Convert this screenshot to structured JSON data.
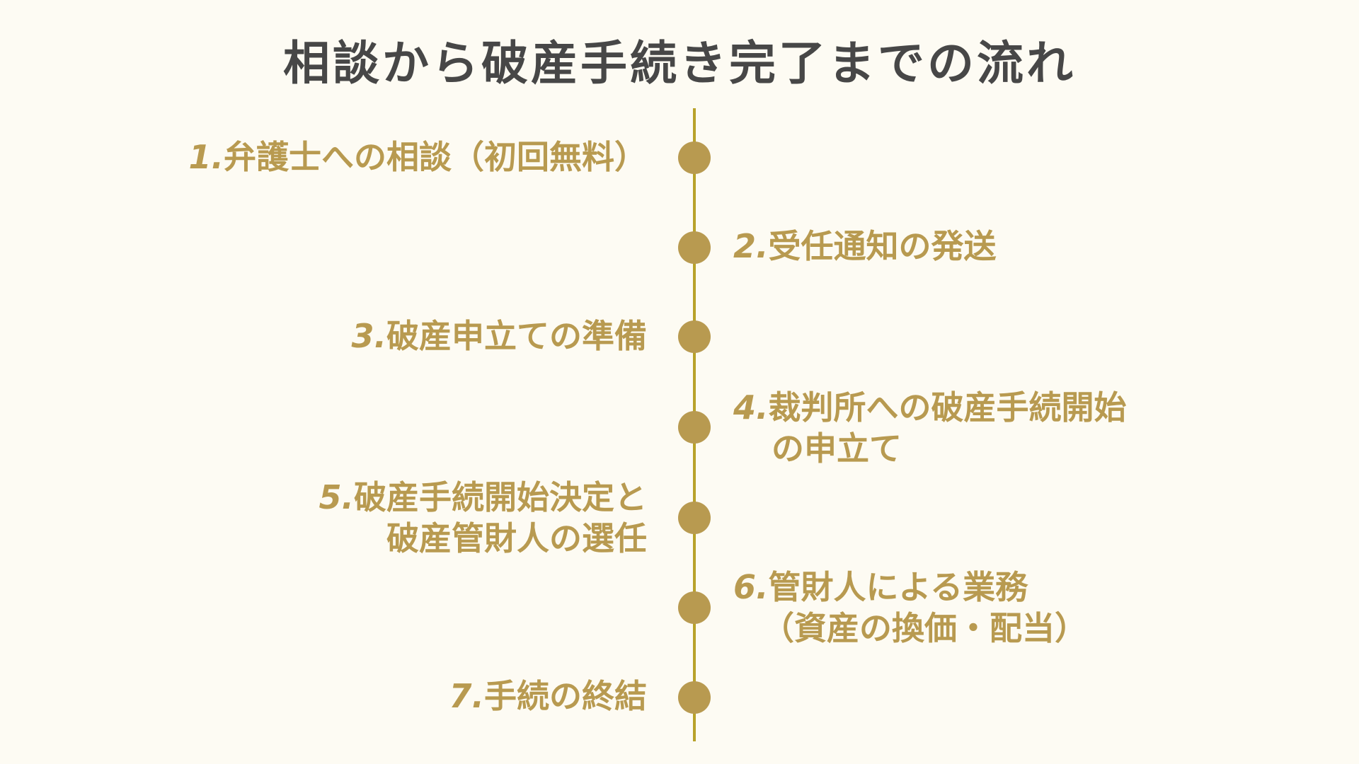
{
  "title": "相談から破産手続き完了までの流れ",
  "colors": {
    "background": "#fdfbf3",
    "title": "#474747",
    "accent": "#b89a50",
    "line": "#b8a22a"
  },
  "steps": [
    {
      "num": "1.",
      "line1": "弁護士への相談（初回無料）",
      "line2": ""
    },
    {
      "num": "2.",
      "line1": "受任通知の発送",
      "line2": ""
    },
    {
      "num": "3.",
      "line1": "破産申立ての準備",
      "line2": ""
    },
    {
      "num": "4.",
      "line1": "裁判所への破産手続開始",
      "line2": "の申立て"
    },
    {
      "num": "5.",
      "line1": "破産手続開始決定と",
      "line2": "破産管財人の選任"
    },
    {
      "num": "6.",
      "line1": "管財人による業務",
      "line2": "（資産の換価・配当）"
    },
    {
      "num": "7.",
      "line1": "手続の終結",
      "line2": ""
    }
  ]
}
